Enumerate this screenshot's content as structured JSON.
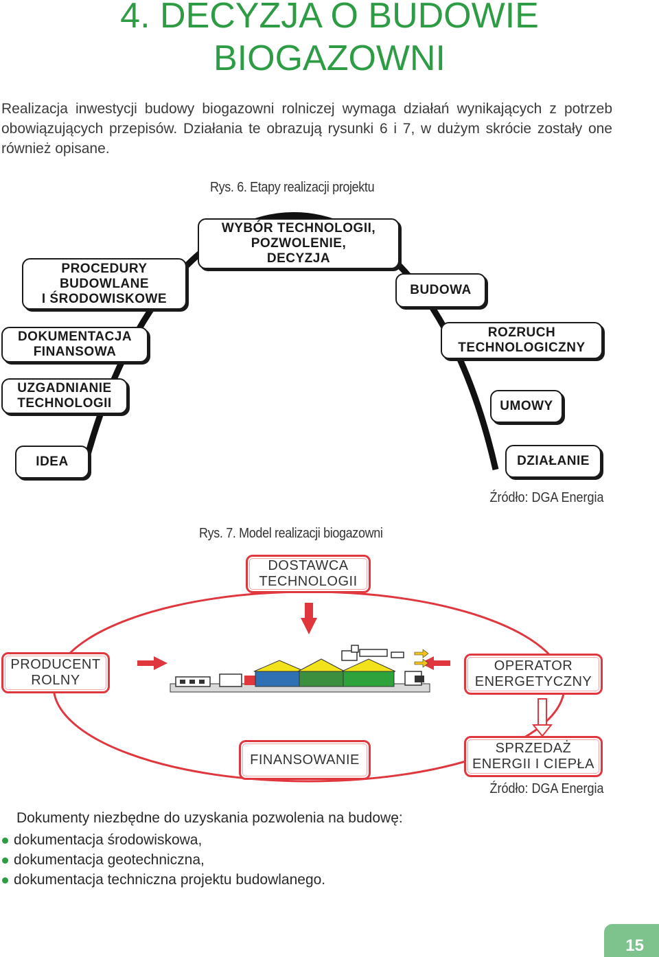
{
  "title": {
    "line1": "4. DECYZJA O BUDOWIE",
    "line2": "BIOGAZOWNI"
  },
  "intro": "Realizacja inwestycji budowy biogazowni rolniczej wymaga działań wynikających z potrzeb obowiązujących przepisów. Działania te obrazują rysunki 6 i 7, w dużym skrócie zostały one również opisane.",
  "figure6": {
    "caption": "Rys. 6. Etapy realizacji projektu",
    "source": "Źródło: DGA Energia",
    "stages": {
      "idea": "IDEA",
      "uzgadnianie": "UZGADNIANIE\nTECHNOLOGII",
      "dokumentacja": "DOKUMENTACJA\nFINANSOWA",
      "procedury": "PROCEDURY\nBUDOWLANE\nI ŚRODOWISKOWE",
      "wybor": "WYBÓR TECHNOLOGII,\nPOZWOLENIE,\nDECYZJA",
      "budowa": "BUDOWA",
      "rozruch": "ROZRUCH\nTECHNOLOGICZNY",
      "umowy": "UMOWY",
      "dzialanie": "DZIAŁANIE"
    }
  },
  "figure7": {
    "caption": "Rys. 7. Model realizacji biogazowni",
    "source": "Źródło: DGA Energia",
    "actors": {
      "dostawca": "DOSTAWCA\nTECHNOLOGII",
      "producent": "PRODUCENT\nROLNY",
      "operator": "OPERATOR\nENERGETYCZNY",
      "finansowanie": "FINANSOWANIE",
      "sprzedaz": "SPRZEDAŻ\nENERGII I CIEPŁA"
    }
  },
  "documents": {
    "intro": "Dokumenty niezbędne do uzyskania pozwolenia na budowę:",
    "items": [
      "dokumentacja środowiskowa,",
      "dokumentacja geotechniczna,",
      "dokumentacja techniczna projektu budowlanego."
    ]
  },
  "page_number": "15",
  "colors": {
    "title_green": "#2e9c45",
    "accent_red": "#e0373f",
    "tab_green": "#7ec28d"
  }
}
